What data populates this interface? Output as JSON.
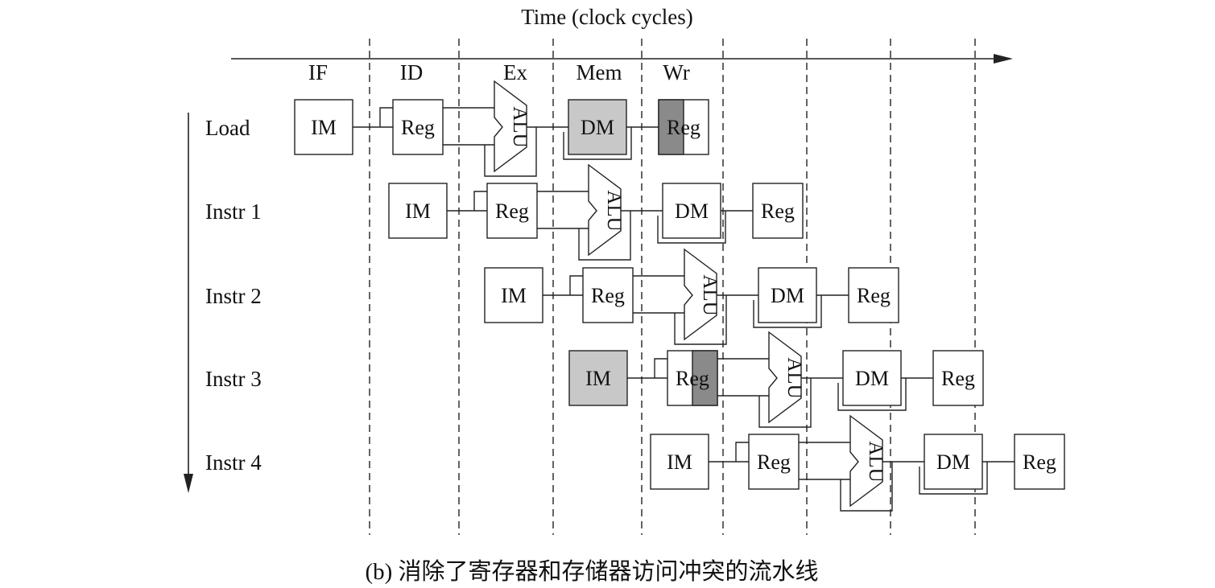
{
  "diagram": {
    "time_label": "Time (clock cycles)",
    "stages": [
      "IF",
      "ID",
      "Ex",
      "Mem",
      "Wr"
    ],
    "caption": "(b) 消除了寄存器和存储器访问冲突的流水线",
    "colors": {
      "line": "#222222",
      "light_fill": "#c8c8c8",
      "dark_fill": "#8a8a8a",
      "white": "#ffffff"
    },
    "rows": [
      {
        "label": "Load",
        "blocks": {
          "im": "IM",
          "reg": "Reg",
          "alu": "ALU",
          "dm": "DM",
          "wr": "Reg"
        },
        "im_fill": "white",
        "reg_highlight": "none",
        "dm_fill": "light",
        "wr_highlight": "left"
      },
      {
        "label": "Instr 1",
        "blocks": {
          "im": "IM",
          "reg": "Reg",
          "alu": "ALU",
          "dm": "DM",
          "wr": "Reg"
        },
        "im_fill": "white",
        "reg_highlight": "none",
        "dm_fill": "white",
        "wr_highlight": "none"
      },
      {
        "label": "Instr 2",
        "blocks": {
          "im": "IM",
          "reg": "Reg",
          "alu": "ALU",
          "dm": "DM",
          "wr": "Reg"
        },
        "im_fill": "white",
        "reg_highlight": "none",
        "dm_fill": "white",
        "wr_highlight": "none"
      },
      {
        "label": "Instr 3",
        "blocks": {
          "im": "IM",
          "reg": "Reg",
          "alu": "ALU",
          "dm": "DM",
          "wr": "Reg"
        },
        "im_fill": "light",
        "reg_highlight": "right",
        "dm_fill": "white",
        "wr_highlight": "none"
      },
      {
        "label": "Instr 4",
        "blocks": {
          "im": "IM",
          "reg": "Reg",
          "alu": "ALU",
          "dm": "DM",
          "wr": "Reg"
        },
        "im_fill": "white",
        "reg_highlight": "none",
        "dm_fill": "white",
        "wr_highlight": "none"
      }
    ]
  }
}
